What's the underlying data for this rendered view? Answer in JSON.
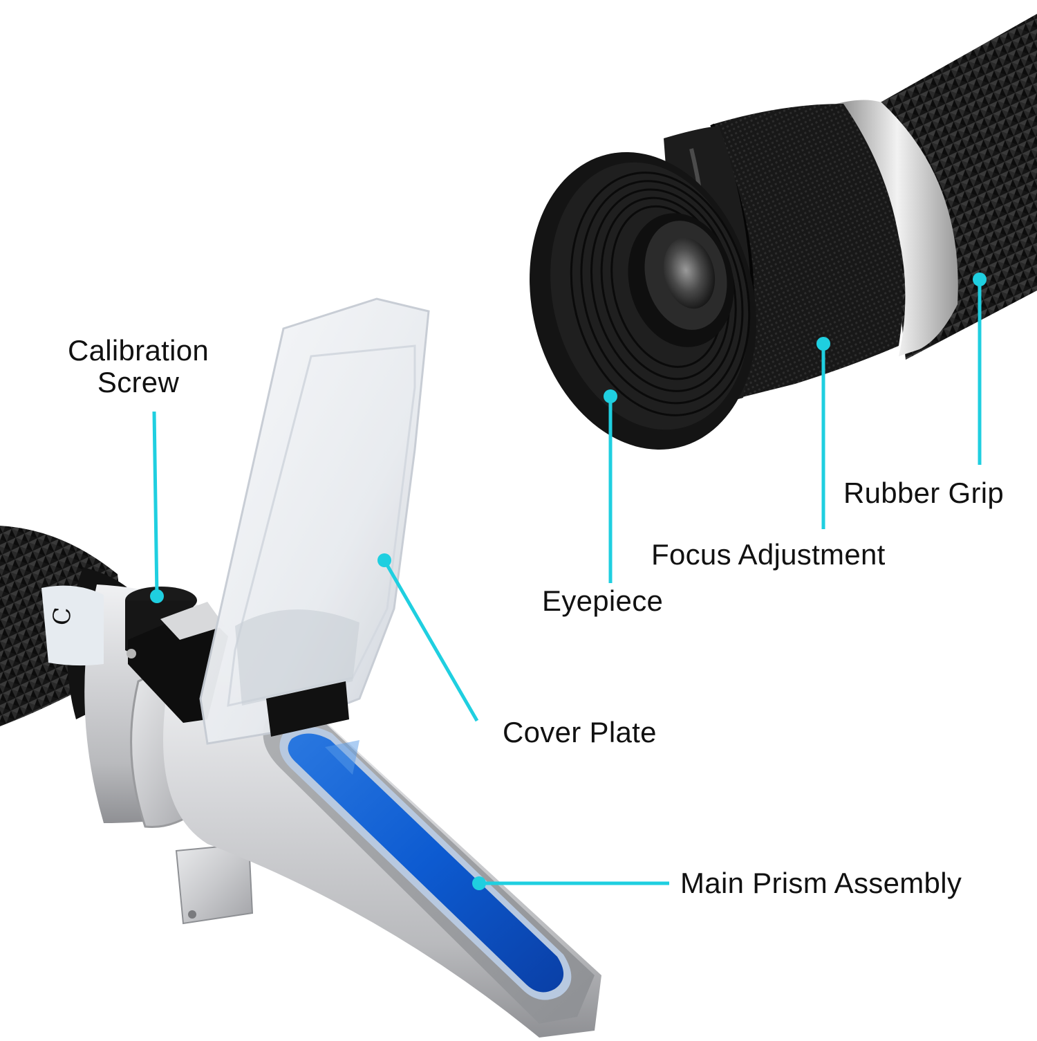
{
  "diagram": {
    "subject": "Handheld refractometer",
    "accent_color": "#1fcfe0",
    "text_color": "#111111",
    "background": "#ffffff",
    "colors": {
      "rubber_black": "#161616",
      "rubber_dark": "#262626",
      "metal_silver": "#c9cacc",
      "metal_light": "#e4e5e7",
      "metal_shadow": "#9a9b9e",
      "prism_blue": "#0d5bd1",
      "prism_blue_dark": "#0a3fa6",
      "prism_rim": "#a8c4e6",
      "cover_clear": "#eef1f5"
    },
    "callouts": [
      {
        "id": "calibration-screw",
        "lines": [
          "Calibration",
          "Screw"
        ],
        "dot": [
          227,
          862
        ],
        "leader": [
          [
            223,
            595
          ],
          [
            227,
            862
          ]
        ]
      },
      {
        "id": "cover-plate",
        "lines": [
          "Cover Plate"
        ],
        "dot": [
          556,
          810
        ],
        "leader": [
          [
            556,
            810
          ],
          [
            690,
            1042
          ]
        ]
      },
      {
        "id": "eyepiece",
        "lines": [
          "Eyepiece"
        ],
        "dot": [
          883,
          573
        ],
        "leader": [
          [
            883,
            573
          ],
          [
            883,
            843
          ]
        ]
      },
      {
        "id": "focus-adjustment",
        "lines": [
          "Focus Adjustment"
        ],
        "dot": [
          1191,
          497
        ],
        "leader": [
          [
            1191,
            497
          ],
          [
            1191,
            765
          ]
        ]
      },
      {
        "id": "rubber-grip",
        "lines": [
          "Rubber Grip"
        ],
        "dot": [
          1417,
          404
        ],
        "leader": [
          [
            1417,
            404
          ],
          [
            1417,
            672
          ]
        ]
      },
      {
        "id": "main-prism-assembly",
        "lines": [
          "Main Prism Assembly"
        ],
        "dot": [
          693,
          1277
        ],
        "leader": [
          [
            693,
            1277
          ],
          [
            968,
            1277
          ]
        ]
      }
    ],
    "labels": {
      "calibration_screw_1": "Calibration",
      "calibration_screw_2": "Screw",
      "cover_plate": "Cover Plate",
      "eyepiece": "Eyepiece",
      "focus_adjustment": "Focus Adjustment",
      "rubber_grip": "Rubber Grip",
      "main_prism_assembly": "Main Prism Assembly"
    },
    "scale_marking": "C"
  }
}
